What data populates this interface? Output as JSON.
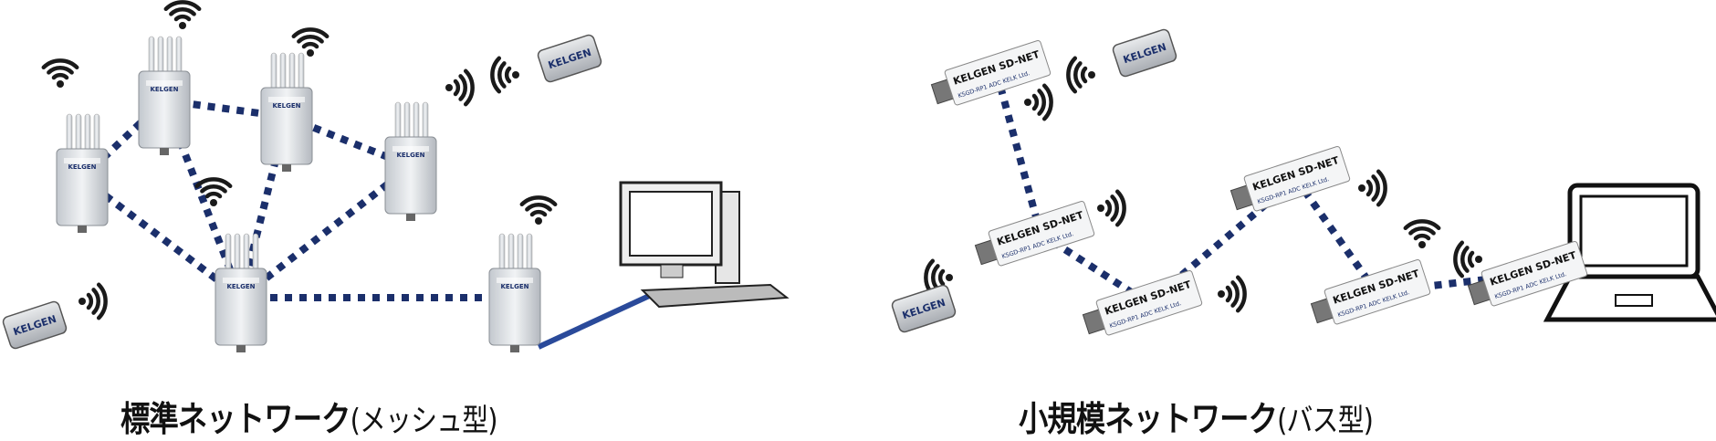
{
  "mesh": {
    "title": "標準ネットワーク",
    "subtitle": "(メッシュ型)",
    "box_brand": "KELGEN"
  },
  "bus": {
    "title": "小規模ネットワーク",
    "subtitle": "(バス型)",
    "stick_brand": "KELGEN SD-NET",
    "stick_model": "KSGD-RP1 ADC",
    "stick_maker": "KELK Ltd.",
    "box_brand": "KELGEN"
  },
  "colors": {
    "link": "#1b2f6b",
    "wire": "#2a4a9a",
    "wifi": "#1a1a1a",
    "device": "#d9dde2"
  }
}
